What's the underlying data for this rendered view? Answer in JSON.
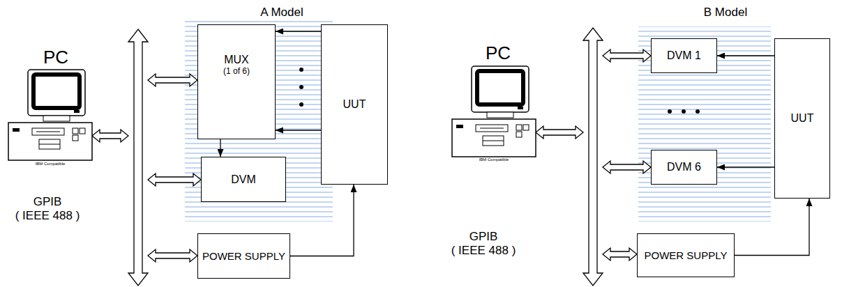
{
  "diagram": {
    "nodes": [
      {
        "text": [
          "MUX",
          "(1 of 6)"
        ]
      },
      {
        "text": [
          "UUT"
        ]
      },
      {
        "text": [
          "DVM"
        ]
      },
      {
        "text": [
          "POWER SUPPLY"
        ]
      },
      {
        "text": [
          "DVM 1"
        ]
      },
      {
        "text": [
          "UUT"
        ]
      },
      {
        "text": [
          "DVM 6"
        ]
      },
      {
        "text": [
          "POWER SUPPLY"
        ]
      }
    ],
    "edges": [
      {
        "from": 1,
        "to": 0,
        "arrow": "to"
      },
      {
        "from": 1,
        "to": 0,
        "arrow": "to"
      },
      {
        "from": 0,
        "to": 2,
        "arrow": "to"
      },
      {
        "from": 3,
        "to": 1,
        "arrow": "to"
      },
      {
        "from": 5,
        "to": 4,
        "arrow": "to"
      },
      {
        "from": 5,
        "to": 6,
        "arrow": "to"
      },
      {
        "from": 7,
        "to": 5,
        "arrow": "to"
      }
    ],
    "labels": [
      "A Model",
      "PC",
      "GPIB",
      "( IEEE 488 )",
      "IBM Compatible",
      "B Model",
      "PC",
      "GPIB",
      "( IEEE 488 )",
      "IBM Compatible"
    ]
  }
}
